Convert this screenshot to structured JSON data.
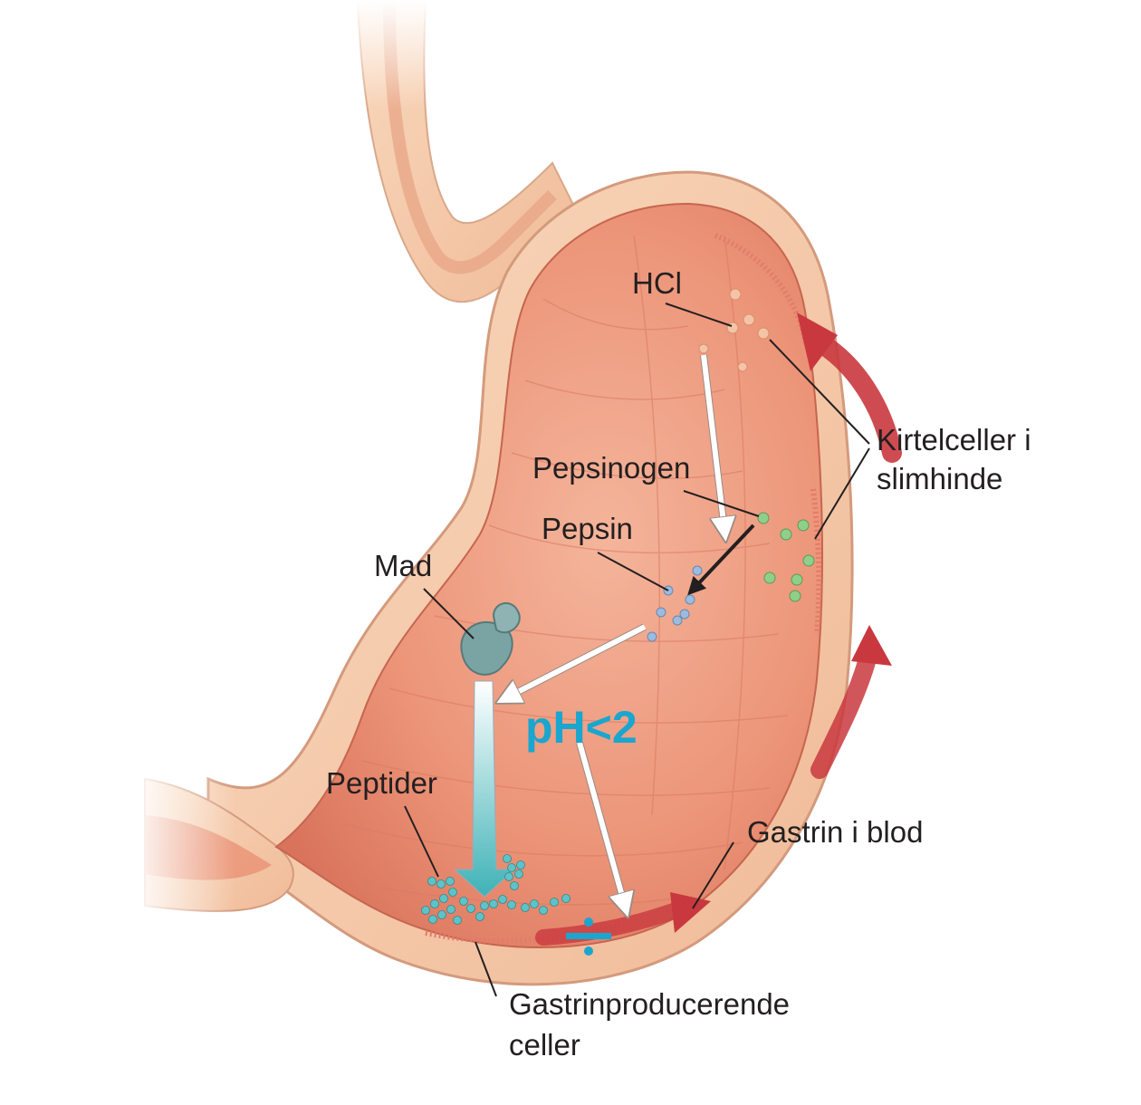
{
  "labels": {
    "hcl": "HCl",
    "kirtelceller_line1": "Kirtelceller i",
    "kirtelceller_line2": "slimhinde",
    "pepsinogen": "Pepsinogen",
    "pepsin": "Pepsin",
    "mad": "Mad",
    "ph": "pH<2",
    "peptider": "Peptider",
    "gastrin_blod": "Gastrin i blod",
    "gastrinproducerende_line1": "Gastrinproducerende",
    "gastrinproducerende_line2": "celler"
  },
  "colors": {
    "stomach_wall": "#f6c9a8",
    "stomach_wall_edge": "#d98a6a",
    "stomach_lumen": "#ee9a7e",
    "blood_arrow": "#c9383e",
    "ph_text": "#1aa6cf",
    "hcl_particle": "#f4b89a",
    "pepsinogen_particle": "#8fcf8a",
    "pepsin_particle": "#8fb4d9",
    "peptide_particle": "#5ec3c8",
    "food": "#7aa3a4",
    "process_arrow": "#ffffff"
  },
  "icons": {
    "inhibit": "inhibit-symbol-icon"
  }
}
